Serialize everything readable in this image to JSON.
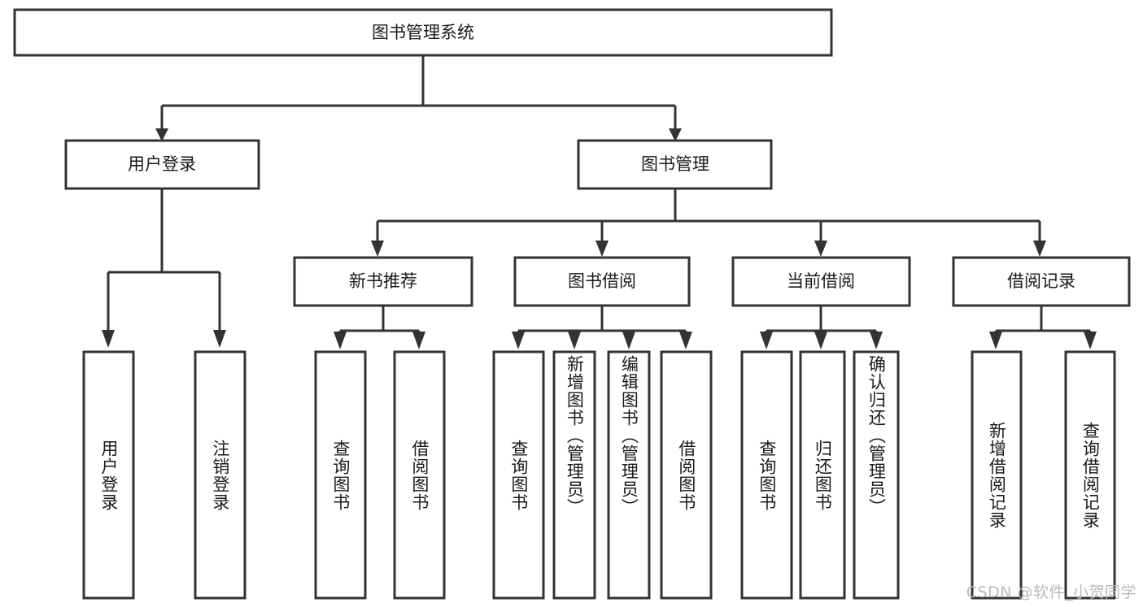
{
  "diagram": {
    "type": "tree-hierarchy",
    "title": "图书管理系统",
    "root": {
      "id": "root",
      "label": "图书管理系统",
      "orientation": "horizontal"
    },
    "level2": [
      {
        "id": "user-login",
        "label": "用户登录",
        "orientation": "horizontal"
      },
      {
        "id": "book-manage",
        "label": "图书管理",
        "orientation": "horizontal"
      }
    ],
    "level3": [
      {
        "id": "new-book-rec",
        "label": "新书推荐",
        "orientation": "horizontal"
      },
      {
        "id": "book-borrow",
        "label": "图书借阅",
        "orientation": "horizontal"
      },
      {
        "id": "current-borrow",
        "label": "当前借阅",
        "orientation": "horizontal"
      },
      {
        "id": "borrow-record",
        "label": "借阅记录",
        "orientation": "horizontal"
      }
    ],
    "leaves": [
      {
        "id": "leaf-user-login",
        "label": "用户登录",
        "parent": "user-login",
        "orientation": "vertical"
      },
      {
        "id": "leaf-logout-login",
        "label": "注销登录",
        "parent": "user-login",
        "orientation": "vertical"
      },
      {
        "id": "leaf-query-book-1",
        "label": "查询图书",
        "parent": "new-book-rec",
        "orientation": "vertical"
      },
      {
        "id": "leaf-borrow-book-1",
        "label": "借阅图书",
        "parent": "new-book-rec",
        "orientation": "vertical"
      },
      {
        "id": "leaf-query-book-2",
        "label": "查询图书",
        "parent": "book-borrow",
        "orientation": "vertical"
      },
      {
        "id": "leaf-add-book-admin",
        "label": "新增图书（管理员）",
        "parent": "book-borrow",
        "orientation": "vertical"
      },
      {
        "id": "leaf-edit-book-admin",
        "label": "编辑图书（管理员）",
        "parent": "book-borrow",
        "orientation": "vertical"
      },
      {
        "id": "leaf-borrow-book-2",
        "label": "借阅图书",
        "parent": "book-borrow",
        "orientation": "vertical"
      },
      {
        "id": "leaf-query-book-3",
        "label": "查询图书",
        "parent": "current-borrow",
        "orientation": "vertical"
      },
      {
        "id": "leaf-return-book",
        "label": "归还图书",
        "parent": "current-borrow",
        "orientation": "vertical"
      },
      {
        "id": "leaf-confirm-return-admin",
        "label": "确认归还（管理员）",
        "parent": "current-borrow",
        "orientation": "vertical"
      },
      {
        "id": "leaf-add-borrow-record",
        "label": "新增借阅记录",
        "parent": "borrow-record",
        "orientation": "vertical"
      },
      {
        "id": "leaf-query-borrow-record",
        "label": "查询借阅记录",
        "parent": "borrow-record",
        "orientation": "vertical"
      }
    ],
    "colors": {
      "box_fill": "#ffffff",
      "box_stroke": "#333333",
      "text": "#1a1a1a",
      "background": "#ffffff",
      "watermark": "#b9b9b9"
    }
  },
  "watermark": {
    "text": "CSDN @软件_小贺同学"
  }
}
